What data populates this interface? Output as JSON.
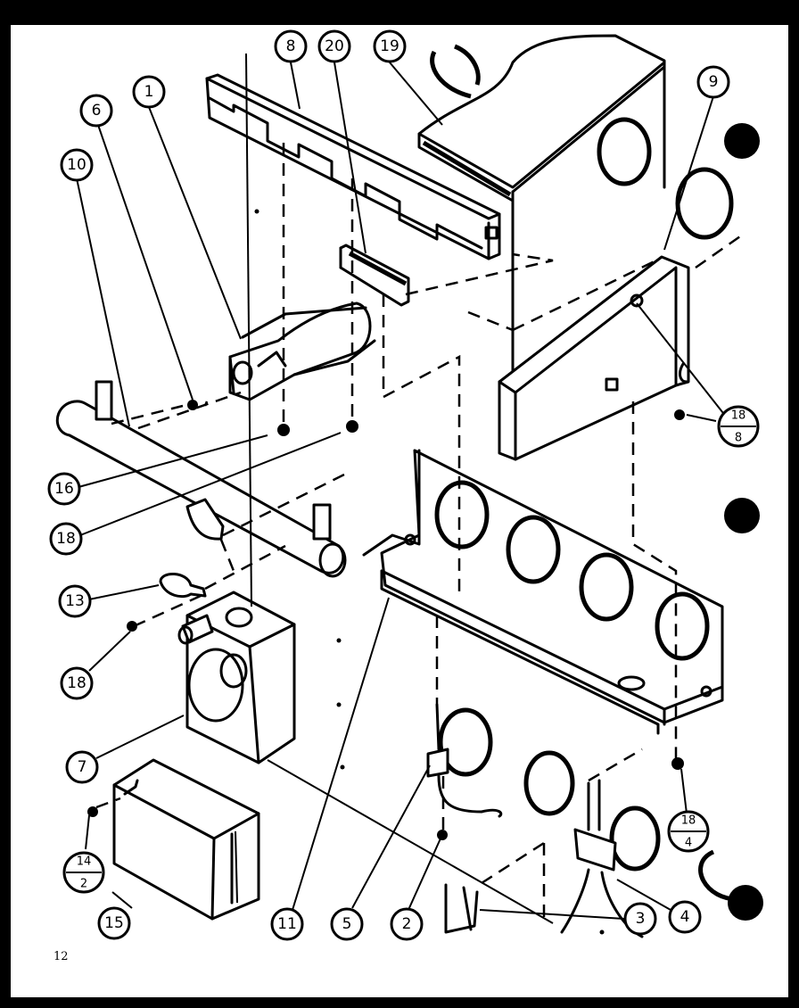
{
  "callouts": [
    {
      "id": "c-8",
      "label": "8"
    },
    {
      "id": "c-20",
      "label": "20"
    },
    {
      "id": "c-19",
      "label": "19"
    },
    {
      "id": "c-1",
      "label": "1"
    },
    {
      "id": "c-6",
      "label": "6"
    },
    {
      "id": "c-9",
      "label": "9"
    },
    {
      "id": "c-10",
      "label": "10"
    },
    {
      "id": "c-16",
      "label": "16"
    },
    {
      "id": "c-18a",
      "label": "18"
    },
    {
      "id": "c-13",
      "label": "13"
    },
    {
      "id": "c-18b",
      "label": "18"
    },
    {
      "id": "c-7",
      "label": "7"
    },
    {
      "id": "c-15",
      "label": "15"
    },
    {
      "id": "c-11",
      "label": "11"
    },
    {
      "id": "c-5",
      "label": "5"
    },
    {
      "id": "c-2",
      "label": "2"
    },
    {
      "id": "c-3",
      "label": "3"
    },
    {
      "id": "c-4",
      "label": "4"
    }
  ],
  "fraction_callouts": [
    {
      "id": "f-18-8",
      "numerator": "18",
      "denominator": "8"
    },
    {
      "id": "f-18-4",
      "numerator": "18",
      "denominator": "4"
    },
    {
      "id": "f-14-2",
      "numerator": "14",
      "denominator": "2"
    }
  ],
  "page_number": "12"
}
